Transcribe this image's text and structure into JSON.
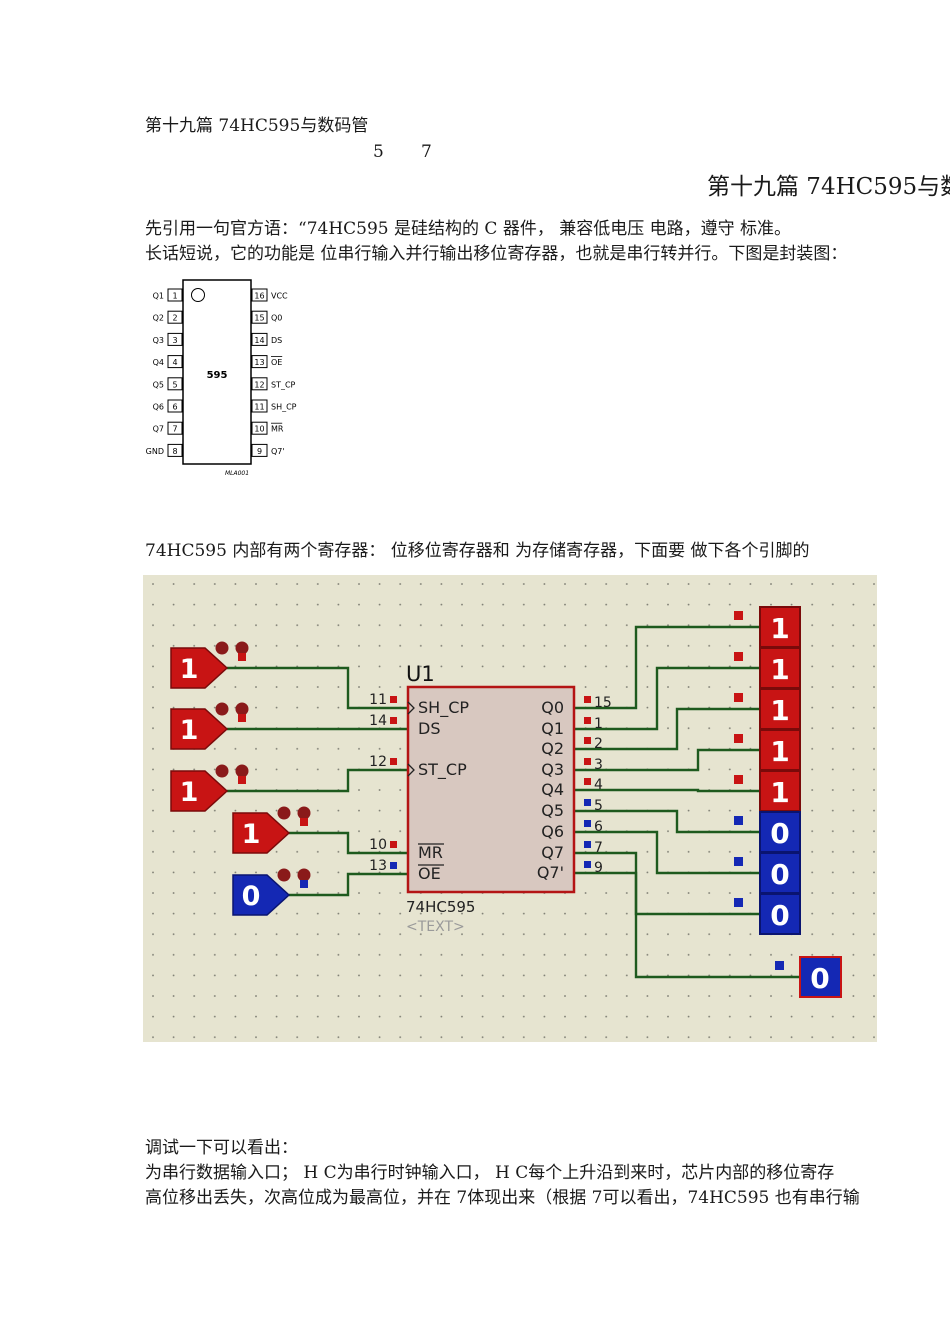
{
  "header": {
    "small_title": "第十九篇 74HC595与数码管",
    "page_num_a": "5",
    "page_num_b": "7",
    "big_title": "第十九篇 74HC595与数"
  },
  "intro": {
    "line1": "先引用一句官方语：“74HC595 是硅结构的 C 器件， 兼容低电压 电路，遵守 标准。",
    "line2": "长话短说，它的功能是 位串行输入并行输出移位寄存器，也就是串行转并行。下图是封装图："
  },
  "package": {
    "chip_label": "595",
    "footer_mark": "MLA001",
    "left_pins": [
      {
        "name": "Q1",
        "num": "1"
      },
      {
        "name": "Q2",
        "num": "2"
      },
      {
        "name": "Q3",
        "num": "3"
      },
      {
        "name": "Q4",
        "num": "4"
      },
      {
        "name": "Q5",
        "num": "5"
      },
      {
        "name": "Q6",
        "num": "6"
      },
      {
        "name": "Q7",
        "num": "7"
      },
      {
        "name": "GND",
        "num": "8"
      }
    ],
    "right_pins": [
      {
        "name": "VCC",
        "num": "16"
      },
      {
        "name": "Q0",
        "num": "15"
      },
      {
        "name": "DS",
        "num": "14"
      },
      {
        "name": "OE",
        "num": "13"
      },
      {
        "name": "ST_CP",
        "num": "12"
      },
      {
        "name": "SH_CP",
        "num": "11"
      },
      {
        "name": "MR",
        "num": "10"
      },
      {
        "name": "Q7'",
        "num": "9"
      }
    ]
  },
  "section2": {
    "text": "74HC595 内部有两个寄存器： 位移位寄存器和 为存储寄存器，下面要 做下各个引脚的"
  },
  "schematic": {
    "ref": "U1",
    "part": "74HC595",
    "placeholder": "<TEXT>",
    "colors": {
      "high": "#c81414",
      "low": "#1428b4",
      "wire": "#1e5a1e",
      "chip_fill": "#d8c8c0",
      "chip_border": "#b41414"
    },
    "inputs": [
      {
        "value": "1",
        "pin_num": "11",
        "pin_label": "SH_CP",
        "state": "high"
      },
      {
        "value": "1",
        "pin_num": "14",
        "pin_label": "DS",
        "state": "high"
      },
      {
        "value": "1",
        "pin_num": "12",
        "pin_label": "ST_CP",
        "state": "high"
      },
      {
        "value": "1",
        "pin_num": "10",
        "pin_label": "MR",
        "state": "high"
      },
      {
        "value": "0",
        "pin_num": "13",
        "pin_label": "OE",
        "state": "low"
      }
    ],
    "outputs": [
      {
        "label": "Q0",
        "pin_num": "15",
        "value": "1",
        "state": "high"
      },
      {
        "label": "Q1",
        "pin_num": "1",
        "value": "1",
        "state": "high"
      },
      {
        "label": "Q2",
        "pin_num": "2",
        "value": "1",
        "state": "high"
      },
      {
        "label": "Q3",
        "pin_num": "3",
        "value": "1",
        "state": "high"
      },
      {
        "label": "Q4",
        "pin_num": "4",
        "value": "1",
        "state": "high"
      },
      {
        "label": "Q5",
        "pin_num": "5",
        "value": "0",
        "state": "low"
      },
      {
        "label": "Q6",
        "pin_num": "6",
        "value": "0",
        "state": "low"
      },
      {
        "label": "Q7",
        "pin_num": "7",
        "value": "0",
        "state": "low"
      },
      {
        "label": "Q7'",
        "pin_num": "9",
        "value": "0",
        "state": "low"
      }
    ]
  },
  "debug": {
    "line1": "调试一下可以看出：",
    "line2": "为串行数据输入口； H C为串行时钟输入口， H C每个上升沿到来时，芯片内部的移位寄存",
    "line3": "高位移出丢失，次高位成为最高位，并在 7体现出来（根据 7可以看出，74HC595 也有串行输"
  }
}
